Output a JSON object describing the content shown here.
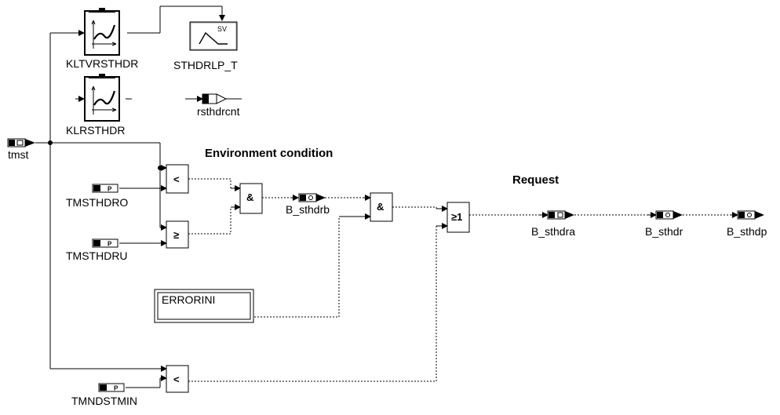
{
  "labels": {
    "tmst": "tmst",
    "kltvrsthdr": "KLTVRSTHDR",
    "klrsthdr": "KLRSTHDR",
    "sthdrlp_t": "STHDRLP_T",
    "sv": "SV",
    "rsthdrcnt": "rsthdrcnt",
    "tmsthdro": "TMSTHDRO",
    "tmsthdru": "TMSTHDRU",
    "tmndstmin": "TMNDSTMIN",
    "errorini": "ERRORINI",
    "b_sthdrb": "B_sthdrb",
    "b_sthdra": "B_sthdra",
    "b_sthdr": "B_sthdr",
    "b_sthdp": "B_sthdp"
  },
  "headings": {
    "environment": "Environment condition",
    "request": "Request"
  },
  "operators": {
    "lt1": "<",
    "ge": "≥",
    "and1": "&",
    "and2": "&",
    "or": "≥1",
    "lt2": "<"
  },
  "param_marker": "P"
}
